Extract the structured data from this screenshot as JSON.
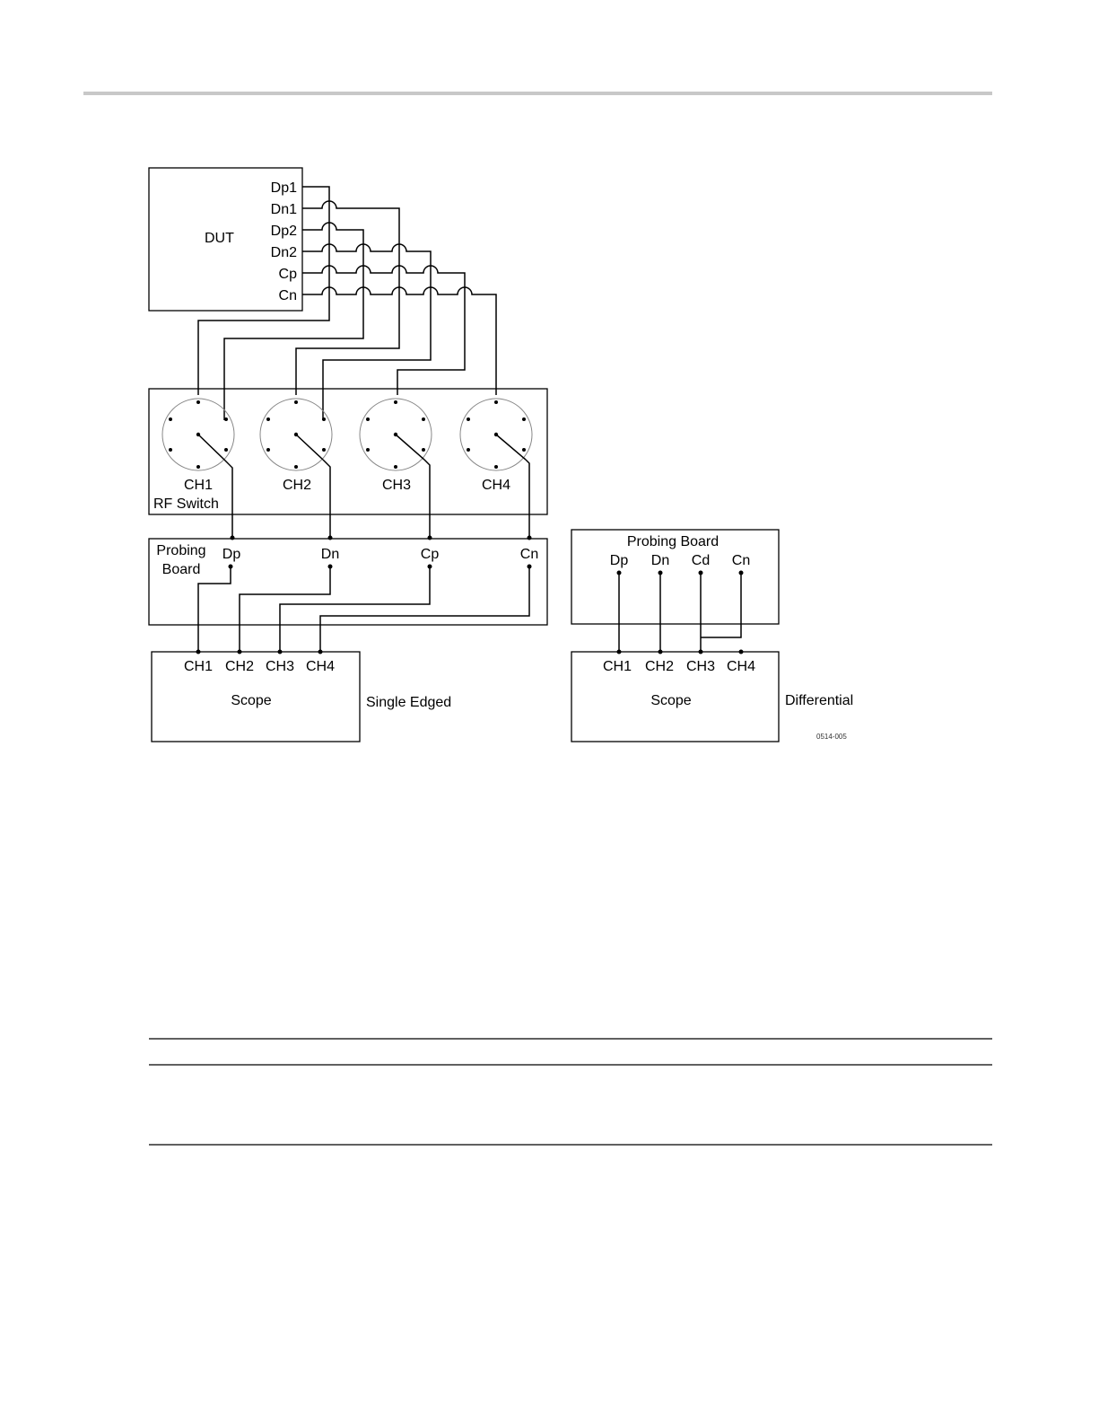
{
  "dut": {
    "title": "DUT",
    "pins": [
      "Dp1",
      "Dn1",
      "Dp2",
      "Dn2",
      "Cp",
      "Cn"
    ]
  },
  "rf_switch": {
    "title": "RF Switch",
    "channels": [
      "CH1",
      "CH2",
      "CH3",
      "CH4"
    ]
  },
  "single_ended": {
    "probing_board": {
      "title_line1": "Probing",
      "title_line2": "Board",
      "pins": [
        "Dp",
        "Dn",
        "Cp",
        "Cn"
      ]
    },
    "scope": {
      "title": "Scope",
      "channels": [
        "CH1",
        "CH2",
        "CH3",
        "CH4"
      ]
    },
    "caption": "Single Edged"
  },
  "differential": {
    "probing_board": {
      "title": "Probing Board",
      "pins": [
        "Dp",
        "Dn",
        "Cd",
        "Cn"
      ]
    },
    "scope": {
      "title": "Scope",
      "channels": [
        "CH1",
        "CH2",
        "CH3",
        "CH4"
      ]
    },
    "caption": "Differential"
  },
  "figure_id": "0514-005",
  "colors": {
    "line": "#000000",
    "switch_circle": "#888888",
    "header_rule": "#c8c8c8",
    "table_rule": "#000000"
  }
}
